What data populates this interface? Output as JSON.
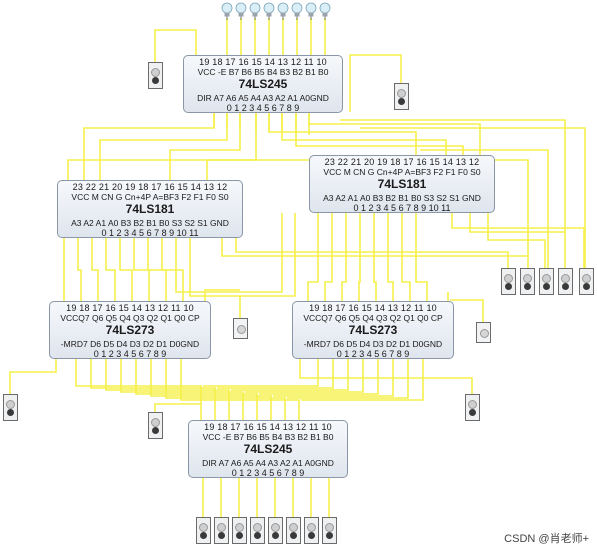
{
  "chips": {
    "buf_top": {
      "name": "74LS245",
      "pins_top": "19 18 17 16 15 14 13 12 11 10",
      "sigs_top": "VCC -E  B7  B6  B5  B4  B3  B2  B1  B0",
      "sigs_bot": "DIR A7  A6  A5  A4  A3  A2  A1  A0GND",
      "pins_bot": "0  1  2  3  4  5  6  7  8  9"
    },
    "alu_left": {
      "name": "74LS181",
      "pins_top": "23 22 21 20 19 18 17 16 15 14 13 12",
      "sigs_top": "VCC M  CN  G Cn+4P A=BF3 F2 F1 F0 S0",
      "sigs_bot": "A3 A2 A1 A0 B3 B2 B1 B0 S3 S2 S1 GND",
      "pins_bot": "0  1  2  3  4  5  6  7  8  9  10 11"
    },
    "alu_right": {
      "name": "74LS181",
      "pins_top": "23 22 21 20 19 18 17 16 15 14 13 12",
      "sigs_top": "VCC M  CN  G Cn+4P A=BF3 F2 F1 F0 S0",
      "sigs_bot": "A3 A2 A1 A0 B3 B2 B1 B0 S3 S2 S1 GND",
      "pins_bot": "0  1  2  3  4  5  6  7  8  9  10 11"
    },
    "reg_left": {
      "name": "74LS273",
      "pins_top": "19 18 17 16 15 14 13 12 11 10",
      "sigs_top": "VCCQ7 Q6 Q5 Q4 Q3 Q2 Q1 Q0 CP",
      "sigs_bot": "-MRD7 D6 D5 D4 D3 D2 D1 D0GND",
      "pins_bot": "0  1  2  3  4  5  6  7  8  9"
    },
    "reg_right": {
      "name": "74LS273",
      "pins_top": "19 18 17 16 15 14 13 12 11 10",
      "sigs_top": "VCCQ7 Q6 Q5 Q4 Q3 Q2 Q1 Q0 CP",
      "sigs_bot": "-MRD7 D6 D5 D4 D3 D2 D1 D0GND",
      "pins_bot": "0  1  2  3  4  5  6  7  8  9"
    },
    "buf_bottom": {
      "name": "74LS245",
      "pins_top": "19 18 17 16 15 14 13 12 11 10",
      "sigs_top": "VCC -E  B7  B6  B5  B4  B3  B2  B1  B0",
      "sigs_bot": "DIR A7  A6  A5  A4  A3  A2  A1  A0GND",
      "pins_bot": "0  1  2  3  4  5  6  7  8  9"
    }
  },
  "lamps_count": 8,
  "wire_color": "#f5f04a",
  "chip_border": "#8a97a8",
  "watermark": "CSDN @肖老师+"
}
